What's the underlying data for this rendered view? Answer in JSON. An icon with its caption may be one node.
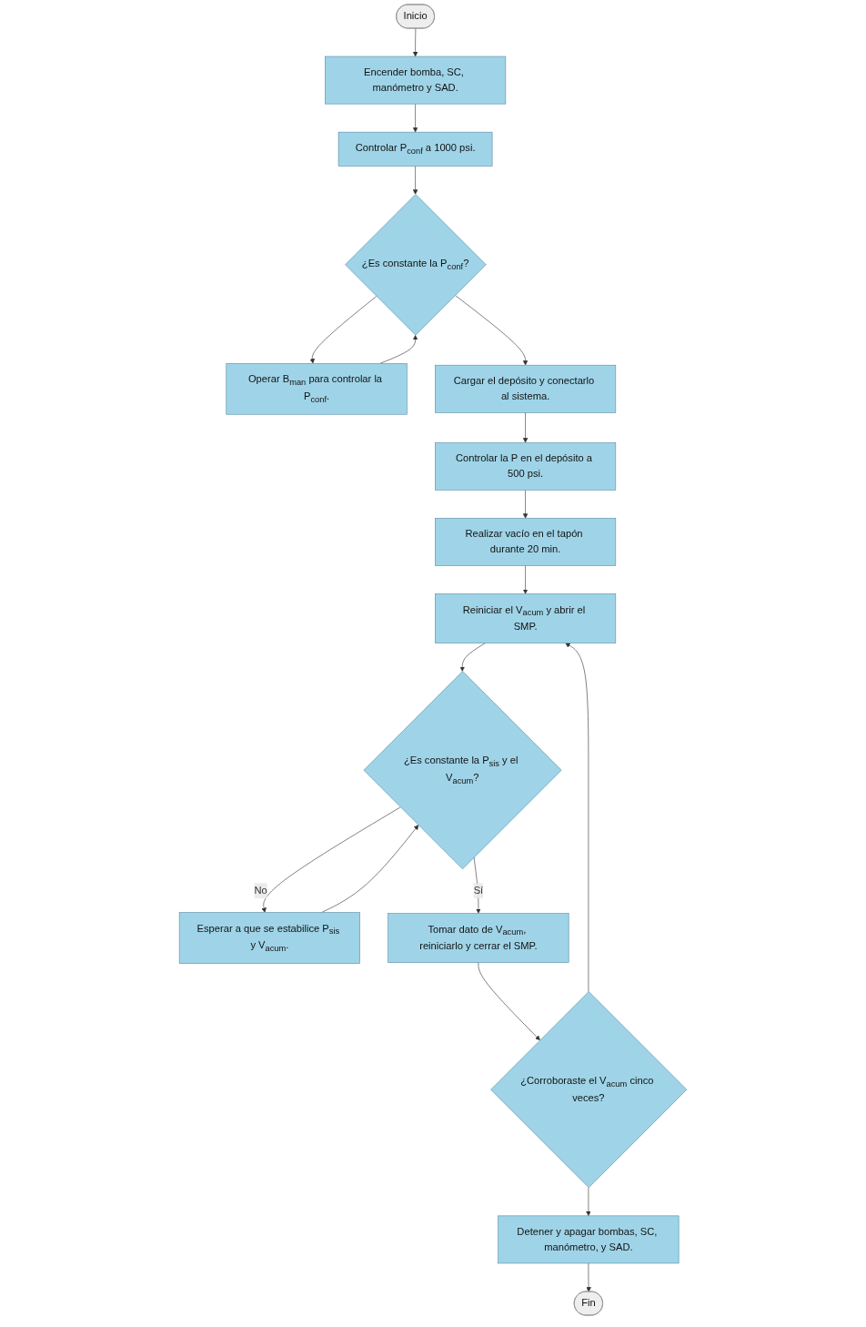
{
  "diagram": {
    "nodes": [
      {
        "text": [
          "Inicio"
        ]
      },
      {
        "text": [
          "Encender bomba, SC, manómetro y SAD."
        ]
      },
      {
        "text": [
          "Controlar P$_{conf}$ a 1000 psi."
        ]
      },
      {
        "text": [
          "¿Es constante la P$_{conf}$?"
        ]
      },
      {
        "text": [
          "Operar B$_{man}$ para controlar la P$_{conf}$."
        ]
      },
      {
        "text": [
          "Cargar el depósito y conectarlo al sistema."
        ]
      },
      {
        "text": [
          "Controlar la P en el depósito a 500 psi."
        ]
      },
      {
        "text": [
          "Realizar vacío en el tapón durante 20 min."
        ]
      },
      {
        "text": [
          "Reiniciar el V$_{acum}$ y abrir el SMP."
        ]
      },
      {
        "text": [
          "¿Es constante la P$_{sis}$ y el V$_{acum}$?"
        ]
      },
      {
        "text": [
          "Esperar a que se estabilice P$_{sis}$ y V$_{acum}$."
        ]
      },
      {
        "text": [
          "Tomar dato de V$_{acum}$, reiniciarlo y cerrar el SMP."
        ]
      },
      {
        "text": [
          "¿Corroboraste el V$_{acum}$ cinco veces?"
        ]
      },
      {
        "text": [
          "Detener y apagar bombas, SC, manómetro, y SAD."
        ]
      },
      {
        "text": [
          "Fin"
        ]
      }
    ],
    "edges": [
      {
        "from": 0,
        "to": 1,
        "arrow": "to"
      },
      {
        "from": 1,
        "to": 2,
        "arrow": "to"
      },
      {
        "from": 2,
        "to": 3,
        "arrow": "to"
      },
      {
        "from": 3,
        "to": 4,
        "arrow": "to"
      },
      {
        "from": 4,
        "to": 3,
        "arrow": "to"
      },
      {
        "from": 3,
        "to": 5,
        "arrow": "to"
      },
      {
        "from": 5,
        "to": 6,
        "arrow": "to"
      },
      {
        "from": 6,
        "to": 7,
        "arrow": "to"
      },
      {
        "from": 7,
        "to": 8,
        "arrow": "to"
      },
      {
        "from": 8,
        "to": 9,
        "arrow": "to"
      },
      {
        "from": 9,
        "to": 10,
        "label": "No",
        "arrow": "to"
      },
      {
        "from": 10,
        "to": 9,
        "arrow": "to"
      },
      {
        "from": 9,
        "to": 11,
        "label": "Sí",
        "arrow": "to"
      },
      {
        "from": 11,
        "to": 12,
        "arrow": "to"
      },
      {
        "from": 12,
        "to": 8,
        "arrow": "to"
      },
      {
        "from": 12,
        "to": 13,
        "arrow": "to"
      },
      {
        "from": 13,
        "to": 14,
        "arrow": "to"
      }
    ]
  }
}
